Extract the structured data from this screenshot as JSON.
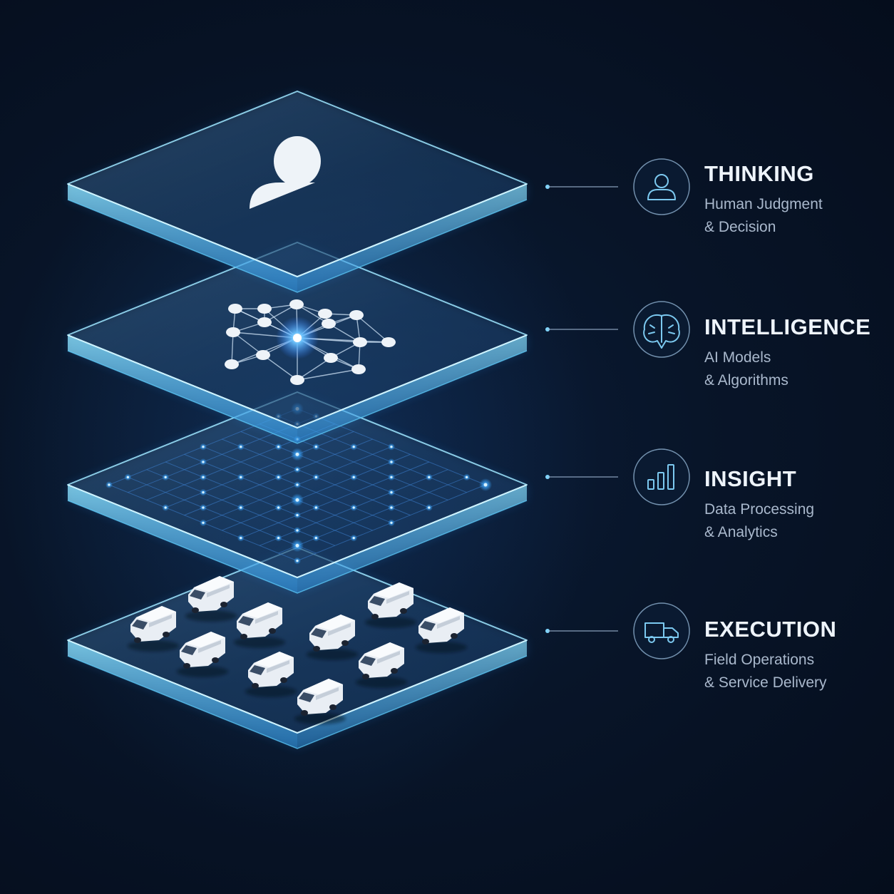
{
  "layers": [
    {
      "title": "THINKING",
      "subtitle_line1": "Human Judgment",
      "subtitle_line2": "& Decision",
      "icon": "person-icon",
      "content": "person-silhouette"
    },
    {
      "title": "INTELLIGENCE",
      "subtitle_line1": "AI Models",
      "subtitle_line2": "& Algorithms",
      "icon": "brain-icon",
      "content": "neural-network"
    },
    {
      "title": "INSIGHT",
      "subtitle_line1": "Data Processing",
      "subtitle_line2": "& Analytics",
      "icon": "bar-chart-icon",
      "content": "data-grid"
    },
    {
      "title": "EXECUTION",
      "subtitle_line1": "Field Operations",
      "subtitle_line2": "& Service Delivery",
      "icon": "truck-icon",
      "content": "van-fleet"
    }
  ],
  "colors": {
    "background": "#081529",
    "accent": "#5fd0ff",
    "glow": "#2f9bff",
    "title": "#eef4fb",
    "subtitle": "#a9b8cc"
  }
}
